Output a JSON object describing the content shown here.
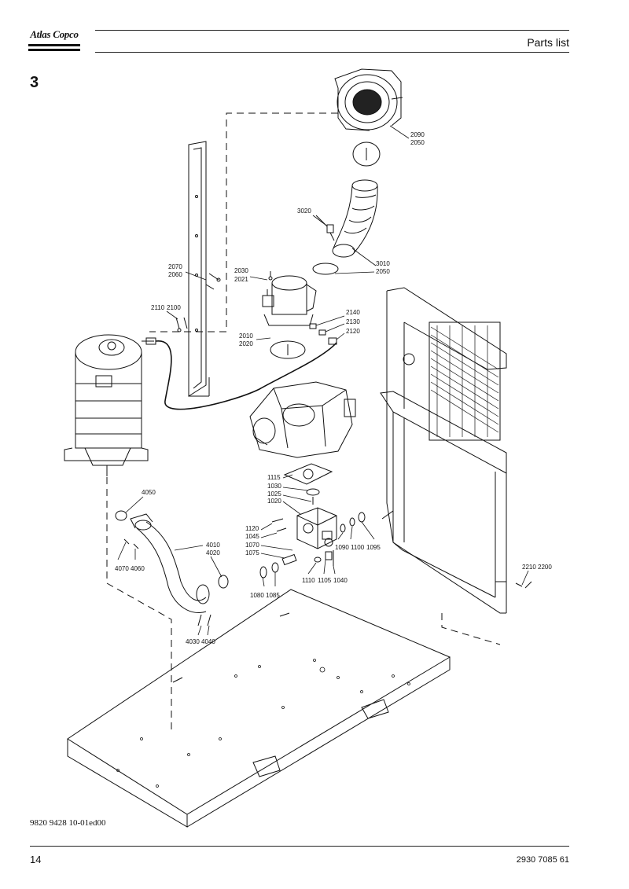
{
  "header": {
    "brand": "Atlas Copco",
    "title": "Parts list"
  },
  "section_number": "3",
  "labels": {
    "l2090": "2090",
    "l2050a": "2050",
    "l3020": "3020",
    "l3010": "3010",
    "l2050b": "2050",
    "l2070": "2070",
    "l2060": "2060",
    "l2030": "2030",
    "l2021": "2021",
    "l2110": "2110",
    "l2100": "2100",
    "l2140": "2140",
    "l2130": "2130",
    "l2120": "2120",
    "l2010": "2010",
    "l2020": "2020",
    "l4050": "4050",
    "l1115": "1115",
    "l1030": "1030",
    "l1025": "1025",
    "l1020": "1020",
    "l1120": "1120",
    "l1045": "1045",
    "l1070": "1070",
    "l1075": "1075",
    "l1090": "1090",
    "l1100": "1100",
    "l1095": "1095",
    "l4010": "4010",
    "l4020": "4020",
    "l4070": "4070",
    "l4060": "4060",
    "l1110": "1110",
    "l1105": "1105",
    "l1040": "1040",
    "l1080": "1080",
    "l1085": "1085",
    "l2210": "2210",
    "l2200": "2200",
    "l4030": "4030",
    "l4040": "4040"
  },
  "footer": {
    "drawing_code": "9820 9428 10-01ed00",
    "page_number": "14",
    "document_number": "2930 7085 61"
  }
}
